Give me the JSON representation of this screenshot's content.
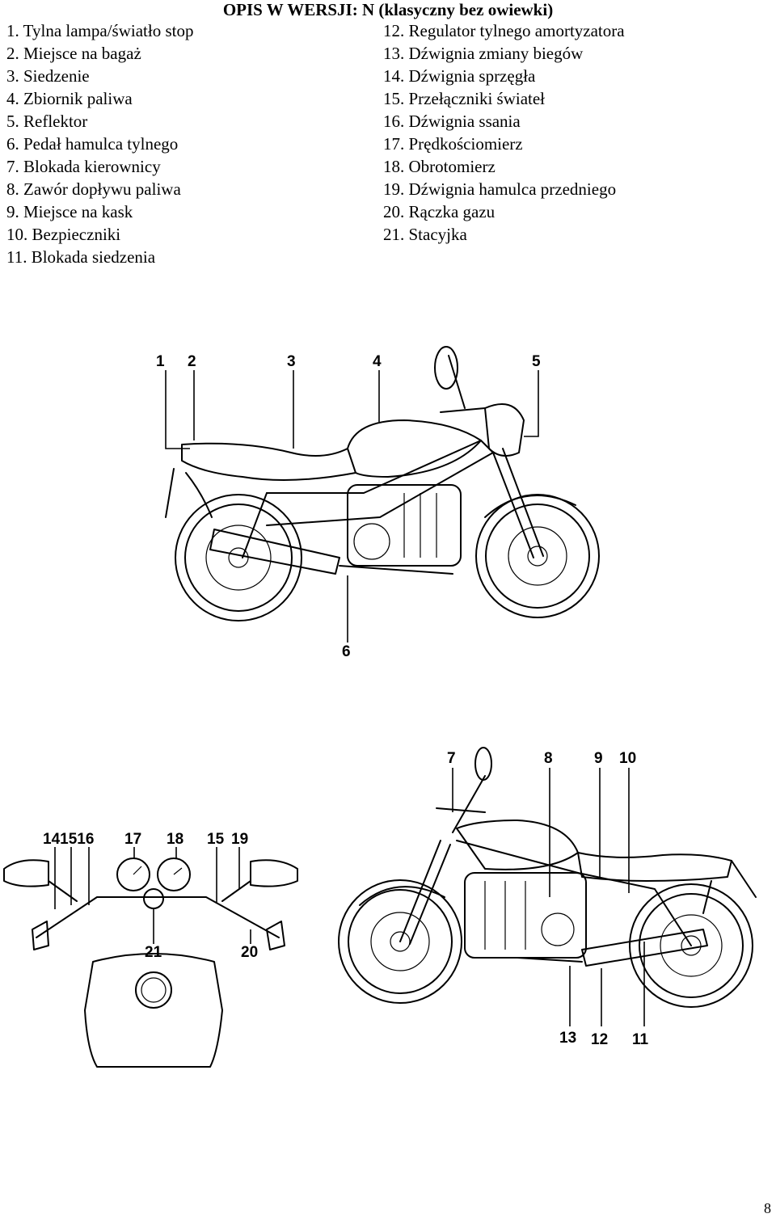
{
  "title": "OPIS W WERSJI: N (klasyczny bez owiewki)",
  "legend_left": [
    "1.  Tylna lampa/światło stop",
    "2.  Miejsce na bagaż",
    "3.  Siedzenie",
    "4.  Zbiornik paliwa",
    "5.  Reflektor",
    "6.  Pedał hamulca tylnego",
    "7.  Blokada kierownicy",
    "8.  Zawór dopływu paliwa",
    "9.  Miejsce na kask",
    "10. Bezpieczniki",
    "11. Blokada siedzenia"
  ],
  "legend_right": [
    "12. Regulator tylnego amortyzatora",
    "13. Dźwignia zmiany biegów",
    "14. Dźwignia sprzęgła",
    "15. Przełączniki świateł",
    "16. Dźwignia ssania",
    "17. Prędkościomierz",
    "18. Obrotomierz",
    "19. Dźwignia hamulca przedniego",
    "20. Rączka gazu",
    "21. Stacyjka"
  ],
  "callouts_top": [
    "1",
    "2",
    "3",
    "4",
    "5",
    "6"
  ],
  "callouts_bottom_right": [
    "7",
    "8",
    "9",
    "10",
    "13",
    "12",
    "11"
  ],
  "callouts_cockpit": [
    "141516",
    "17",
    "18",
    "15",
    "19",
    "21",
    "20"
  ],
  "page_number": "8"
}
